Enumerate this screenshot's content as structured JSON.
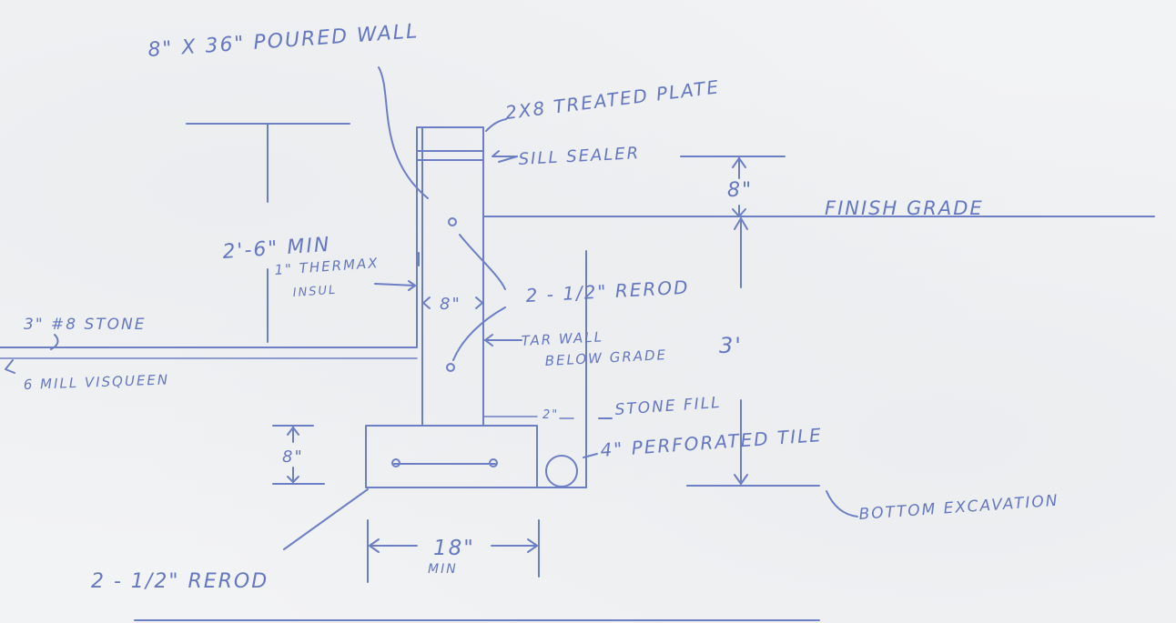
{
  "ink_color": "#6d7fc4",
  "paper_color": "#f2f3f4",
  "labels": {
    "poured_wall": "8\" X 36\" POURED WALL",
    "treated_plate": "2X8 TREATED PLATE",
    "sill_sealer": "SILL SEALER",
    "above_grade": "8\"",
    "finish_grade": "FINISH GRADE",
    "min_height": "2'-6\" MIN",
    "therma_insul_1": "1\" THERMAX",
    "therma_insul_2": "INSUL",
    "wall_thickness": "8\"",
    "rerod_wall": "2 - 1/2\" REROD",
    "stone": "3\" #8 STONE",
    "visqueen": "6 MILL VISQUEEN",
    "tar_wall_1": "TAR WALL",
    "tar_wall_2": "BELOW GRADE",
    "depth": "3'",
    "stone_fill": "STONE FILL",
    "fill_depth": "2\"",
    "tile": "4\" PERFORATED TILE",
    "footing_height": "8\"",
    "bottom_excavation": "BOTTOM EXCAVATION",
    "footing_width": "18\"",
    "footing_width_min": "MIN",
    "rerod_footing": "2 - 1/2\" REROD"
  }
}
